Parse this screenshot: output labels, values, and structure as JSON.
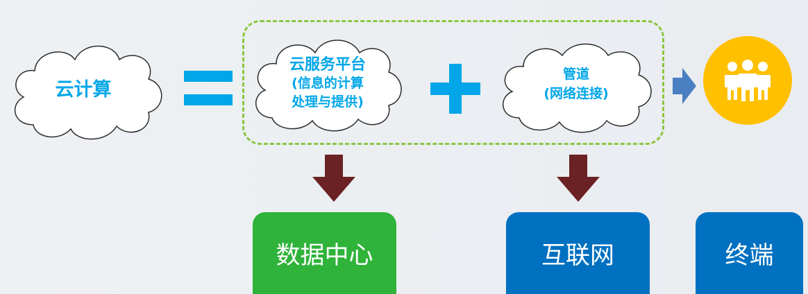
{
  "colors": {
    "cloud_text": "#00a6e8",
    "operator": "#00a6e8",
    "dashed_border": "#8cc63f",
    "down_arrow": "#6b2224",
    "right_arrow": "#4a7fc1",
    "data_center_box": "#2fb33a",
    "internet_box": "#0070c0",
    "terminal_box": "#0070c0",
    "terminal_circle": "#ffc000"
  },
  "clouds": {
    "cloud_computing": "云计算",
    "platform_line1": "云服务平台",
    "platform_line2": "(信息的计算",
    "platform_line3": "处理与提供)",
    "pipe_line1": "管道",
    "pipe_line2": "(网络连接)"
  },
  "boxes": {
    "data_center": "数据中心",
    "internet": "互联网",
    "terminal": "终端"
  },
  "icons": {
    "equals": "equals-icon",
    "plus": "plus-icon",
    "right_arrow": "arrow-right-icon",
    "down_arrow": "arrow-down-icon",
    "people": "people-group-icon"
  }
}
